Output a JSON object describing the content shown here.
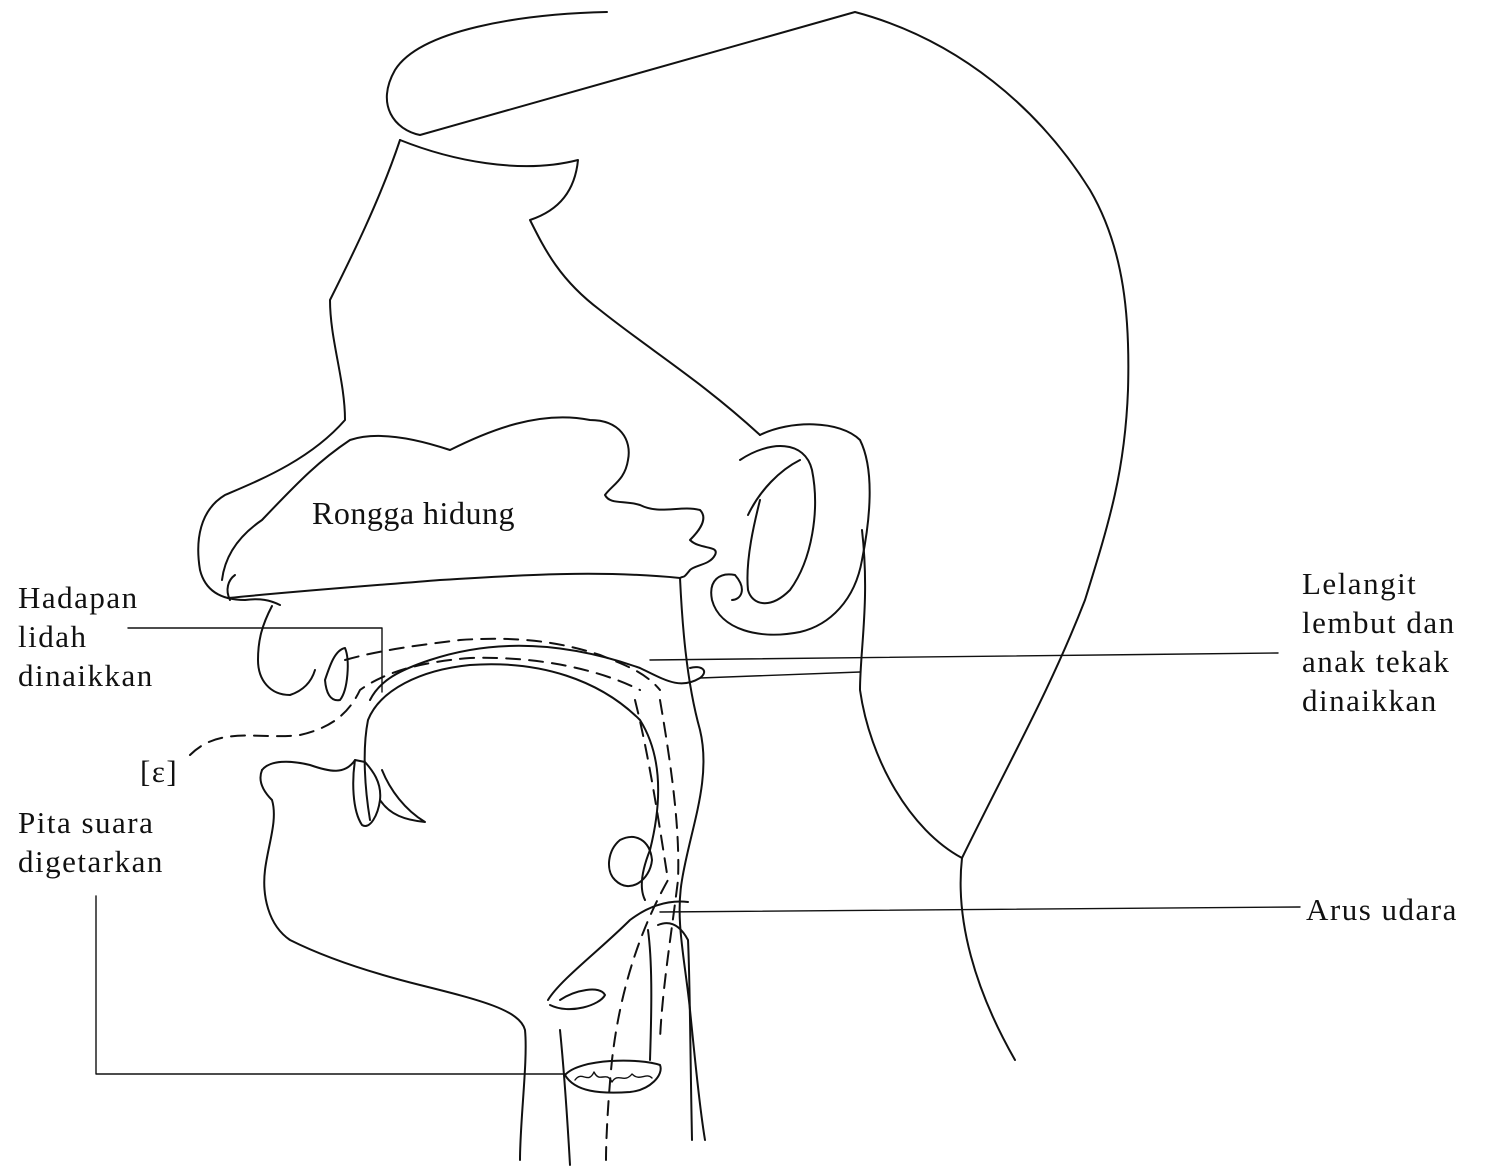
{
  "diagram": {
    "labels": {
      "rongga_hidung": "Rongga hidung",
      "hadapan_lidah": [
        "Hadapan",
        "lidah",
        "dinaikkan"
      ],
      "epsilon": "[ɛ]",
      "pita_suara": [
        "Pita suara",
        "digetarkan"
      ],
      "lelangit": [
        "Lelangit",
        "lembut dan",
        "anak tekak",
        "dinaikkan"
      ],
      "arus_udara": "Arus udara"
    },
    "colors": {
      "ink": "#111111",
      "background": "#ffffff"
    }
  }
}
